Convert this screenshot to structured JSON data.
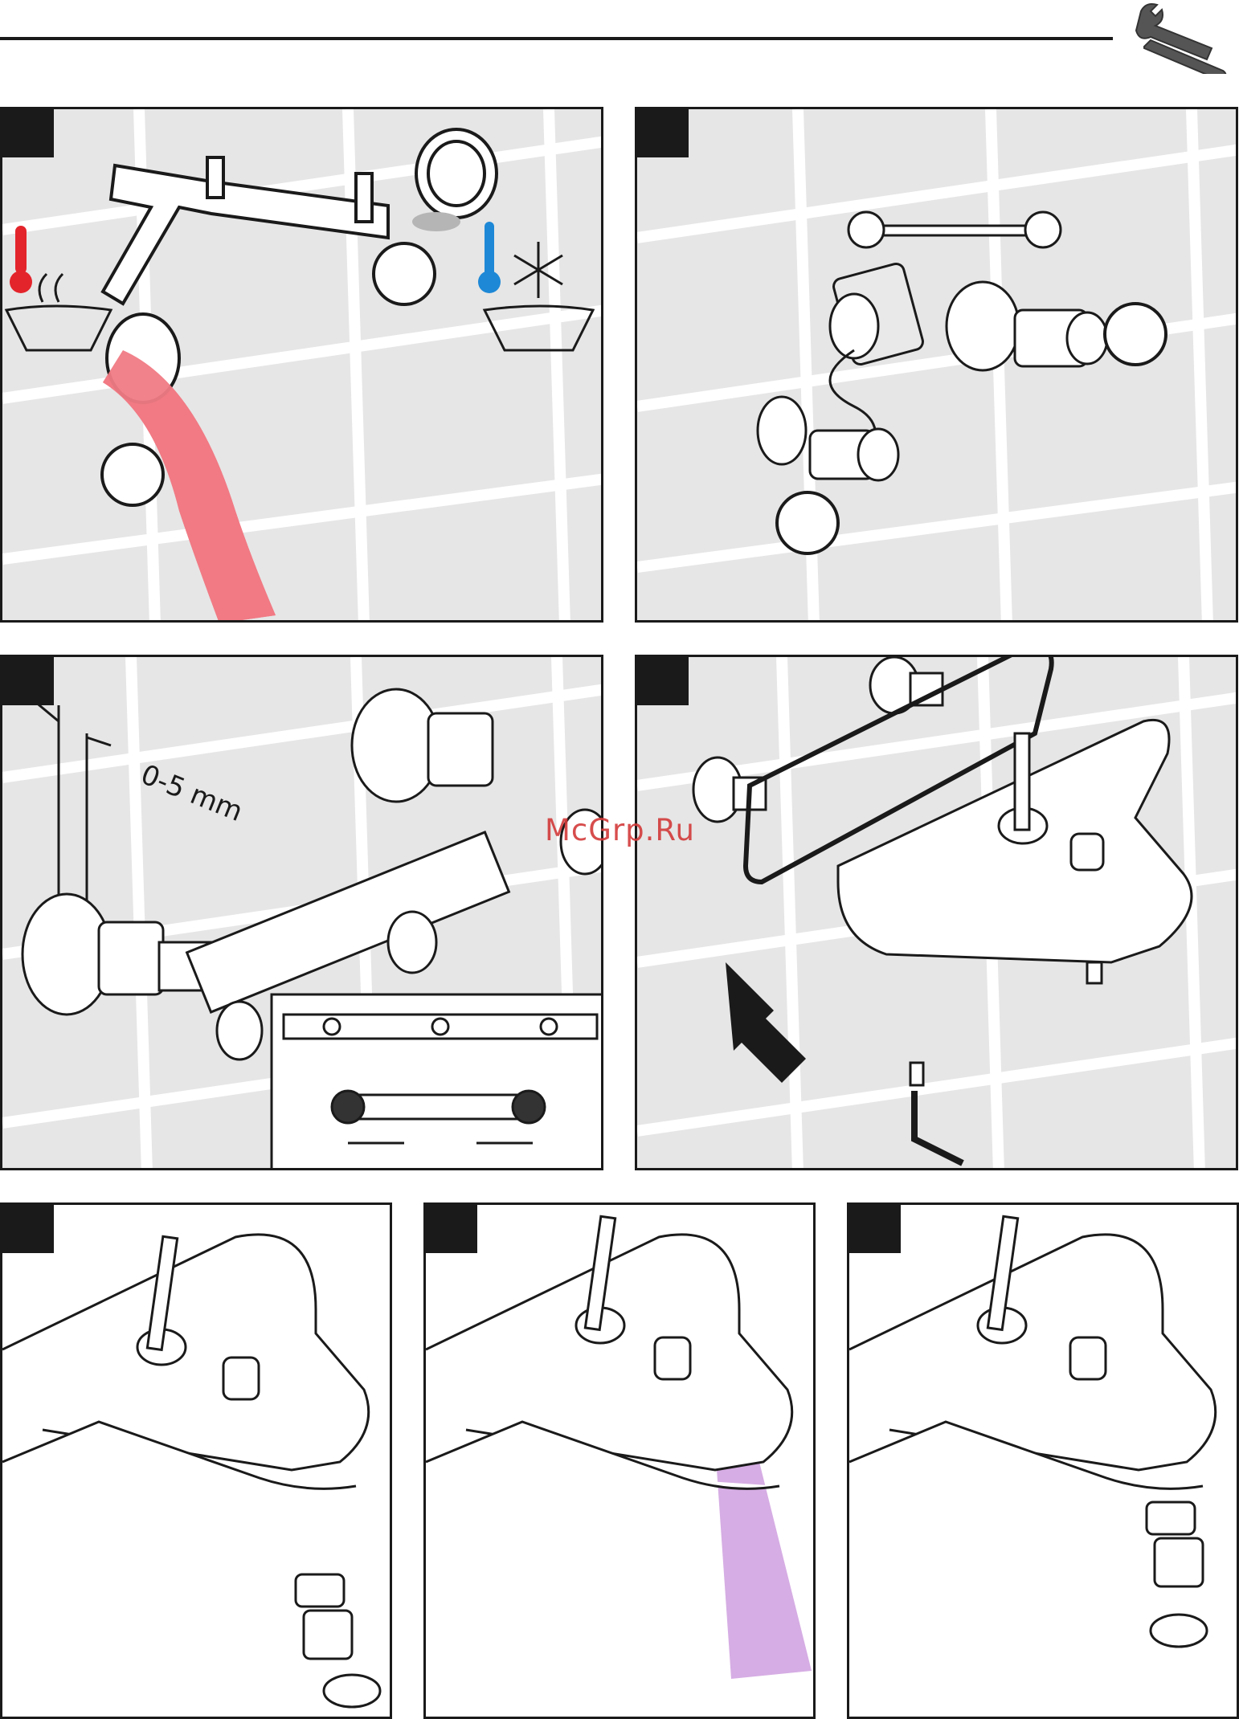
{
  "watermark": {
    "text": "McGrp.Ru"
  },
  "steps": [
    {
      "id": "panel-1",
      "background": "tiled"
    },
    {
      "id": "panel-2",
      "background": "tiled"
    },
    {
      "id": "panel-3",
      "background": "tiled",
      "dimension_label": "0-5 mm"
    },
    {
      "id": "panel-4",
      "background": "tiled"
    },
    {
      "id": "panel-5",
      "background": "plain"
    },
    {
      "id": "panel-6",
      "background": "plain"
    },
    {
      "id": "panel-7",
      "background": "plain"
    }
  ],
  "icons": {
    "header": "tools-icon",
    "hot": "thermometer-hot-icon",
    "cold": "thermometer-cold-icon",
    "frost": "snowflake-icon",
    "sealant": "caulk-gun-icon",
    "wrench": "wrench-icon",
    "allen": "allen-key-icon"
  },
  "colors": {
    "line": "#1a1a1a",
    "tile_bg": "#e6e6e6",
    "grout": "#ffffff",
    "hot": "#e3242b",
    "cold": "#1e88d6",
    "flush_hose": "#f07a84",
    "water_stream": "#c48ad8",
    "watermark": "#d33a3a"
  }
}
